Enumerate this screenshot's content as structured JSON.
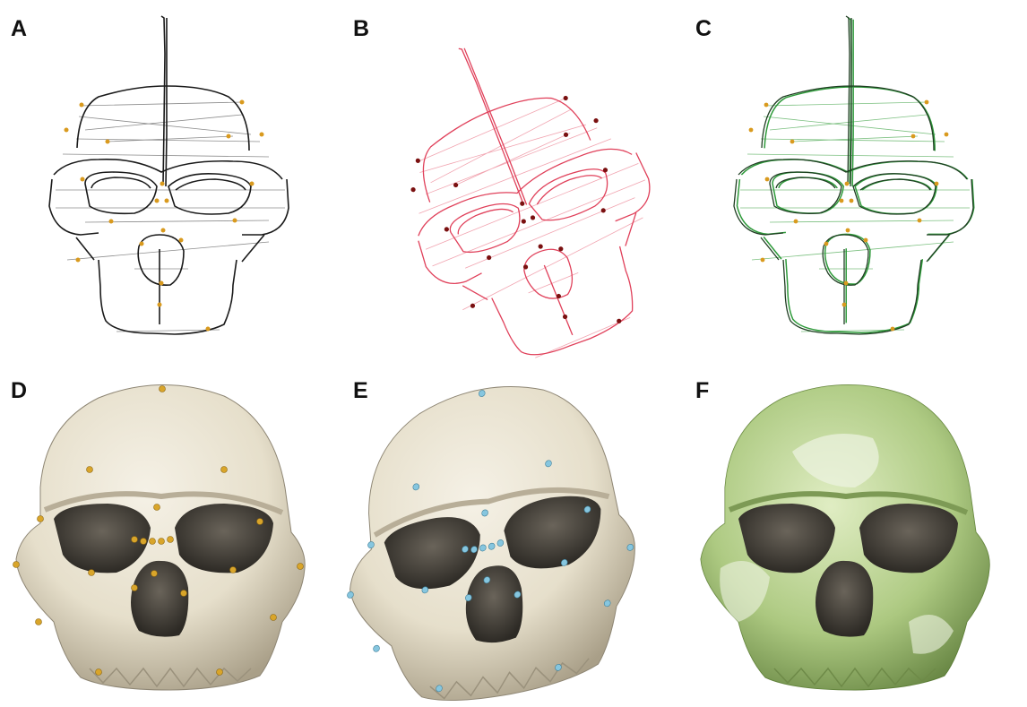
{
  "panels": {
    "a": {
      "label": "A"
    },
    "b": {
      "label": "B"
    },
    "c": {
      "label": "C"
    },
    "d": {
      "label": "D"
    },
    "e": {
      "label": "E"
    },
    "f": {
      "label": "F"
    }
  },
  "colors": {
    "wire_black": "#1a1a1a",
    "wire_red": "#e0405a",
    "wire_green": "#2e9a3a",
    "landmark_orange": "#d99a1e",
    "landmark_darkred": "#7a1010",
    "landmark_blue": "#7fc3dc",
    "bone": "#ece6d6",
    "bone_shadow": "#8e8674",
    "overlay_green": "#9bc36a"
  }
}
